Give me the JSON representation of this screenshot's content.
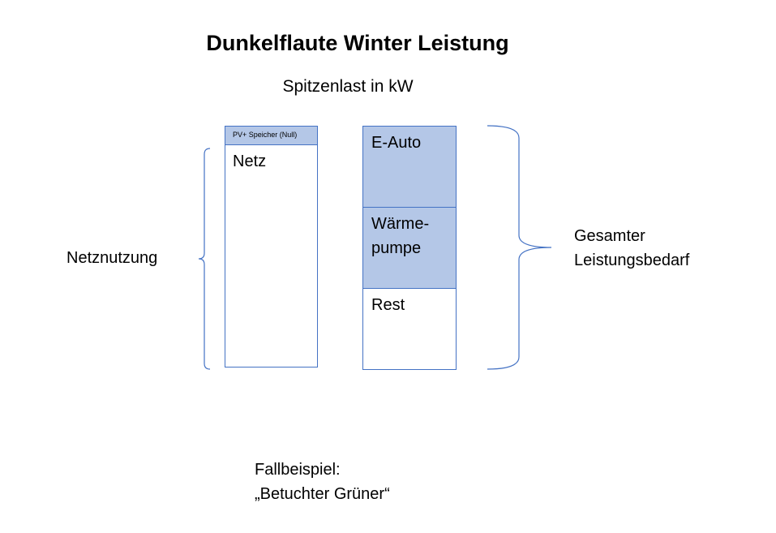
{
  "title": "Dunkelflaute Winter Leistung",
  "subtitle": "Spitzenlast in kW",
  "left_column": {
    "top_segment": "PV+ Speicher (Null)",
    "main_segment": "Netz"
  },
  "right_column": {
    "segments": [
      "E-Auto",
      "Wärme-\npumpe",
      "Rest"
    ]
  },
  "left_brace_label": "Netznutzung",
  "right_brace_label": "Gesamter\nLeistungsbedarf",
  "footer": {
    "line1": "Fallbeispiel:",
    "line2": "„Betuchter Grüner“"
  },
  "colors": {
    "outline": "#4472c4",
    "fill": "#b4c7e7"
  }
}
